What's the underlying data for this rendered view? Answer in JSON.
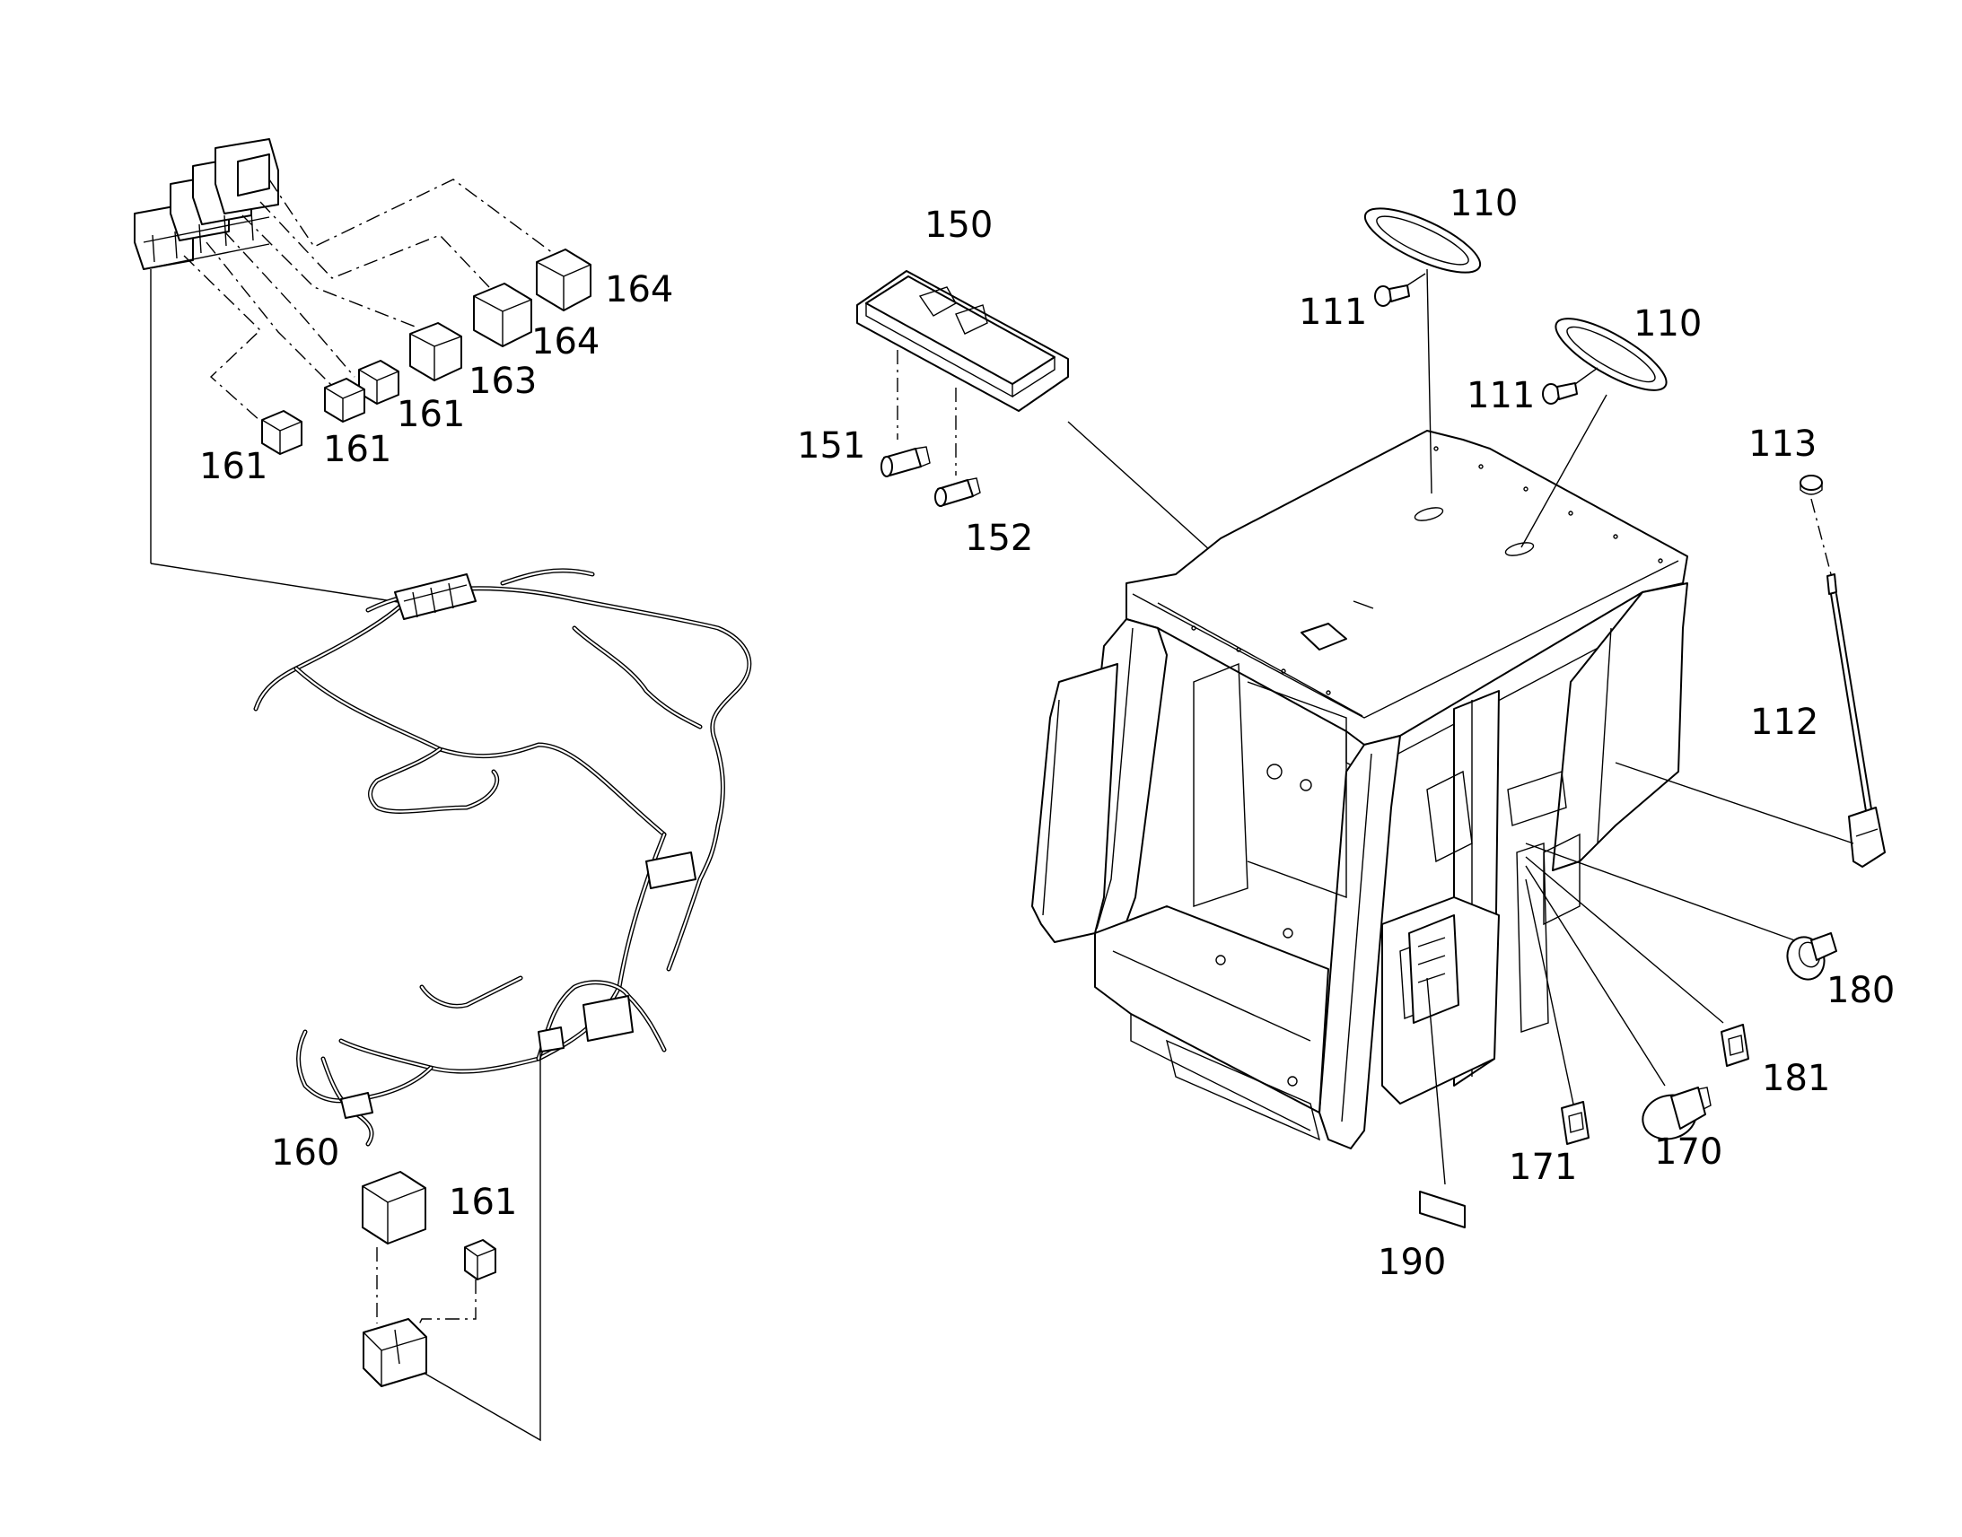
{
  "callouts": {
    "c110a": "110",
    "c110b": "110",
    "c111a": "111",
    "c111b": "111",
    "c112": "112",
    "c113": "113",
    "c150": "150",
    "c151": "151",
    "c152": "152",
    "c160": "160",
    "c161a": "161",
    "c161b": "161",
    "c161c": "161",
    "c161d": "161",
    "c163": "163",
    "c164a": "164",
    "c164b": "164",
    "c170": "170",
    "c171": "171",
    "c180": "180",
    "c181": "181",
    "c190": "190"
  },
  "colors": {
    "line": "#000000",
    "background": "#ffffff"
  }
}
